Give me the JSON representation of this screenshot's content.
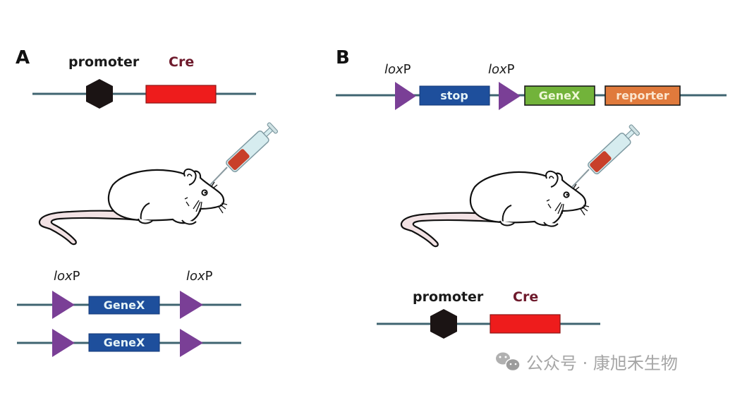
{
  "panels": {
    "A": {
      "letter": "A",
      "cre_construct": {
        "promoter_label": "promoter",
        "cre_label": "Cre"
      },
      "floxed_construct": {
        "loxp_left": {
          "italic": "lox",
          "plain": "P"
        },
        "loxp_right": {
          "italic": "lox",
          "plain": "P"
        },
        "gene_label_1": "GeneX",
        "gene_label_2": "GeneX"
      }
    },
    "B": {
      "letter": "B",
      "reporter_construct": {
        "loxp_1": {
          "italic": "lox",
          "plain": "P"
        },
        "loxp_2": {
          "italic": "lox",
          "plain": "P"
        },
        "stop_label": "stop",
        "gene_label": "GeneX",
        "reporter_label": "reporter"
      },
      "cre_construct": {
        "promoter_label": "promoter",
        "cre_label": "Cre"
      }
    }
  },
  "colors": {
    "dna_line": "#3f6470",
    "promoter": "#1b1414",
    "cre_box": "#ee1c1c",
    "lox_triangle": "#7a3f96",
    "stop_box": "#1e4f9c",
    "gene_box_blue": "#1e4f9c",
    "genex_green": "#72b33a",
    "reporter_orange": "#e07a3c",
    "syringe_fluid": "#c8402a",
    "syringe_barrel": "#d6ecef"
  },
  "watermark": {
    "icon": "wechat-icon",
    "text": "公众号 · 康旭禾生物"
  }
}
